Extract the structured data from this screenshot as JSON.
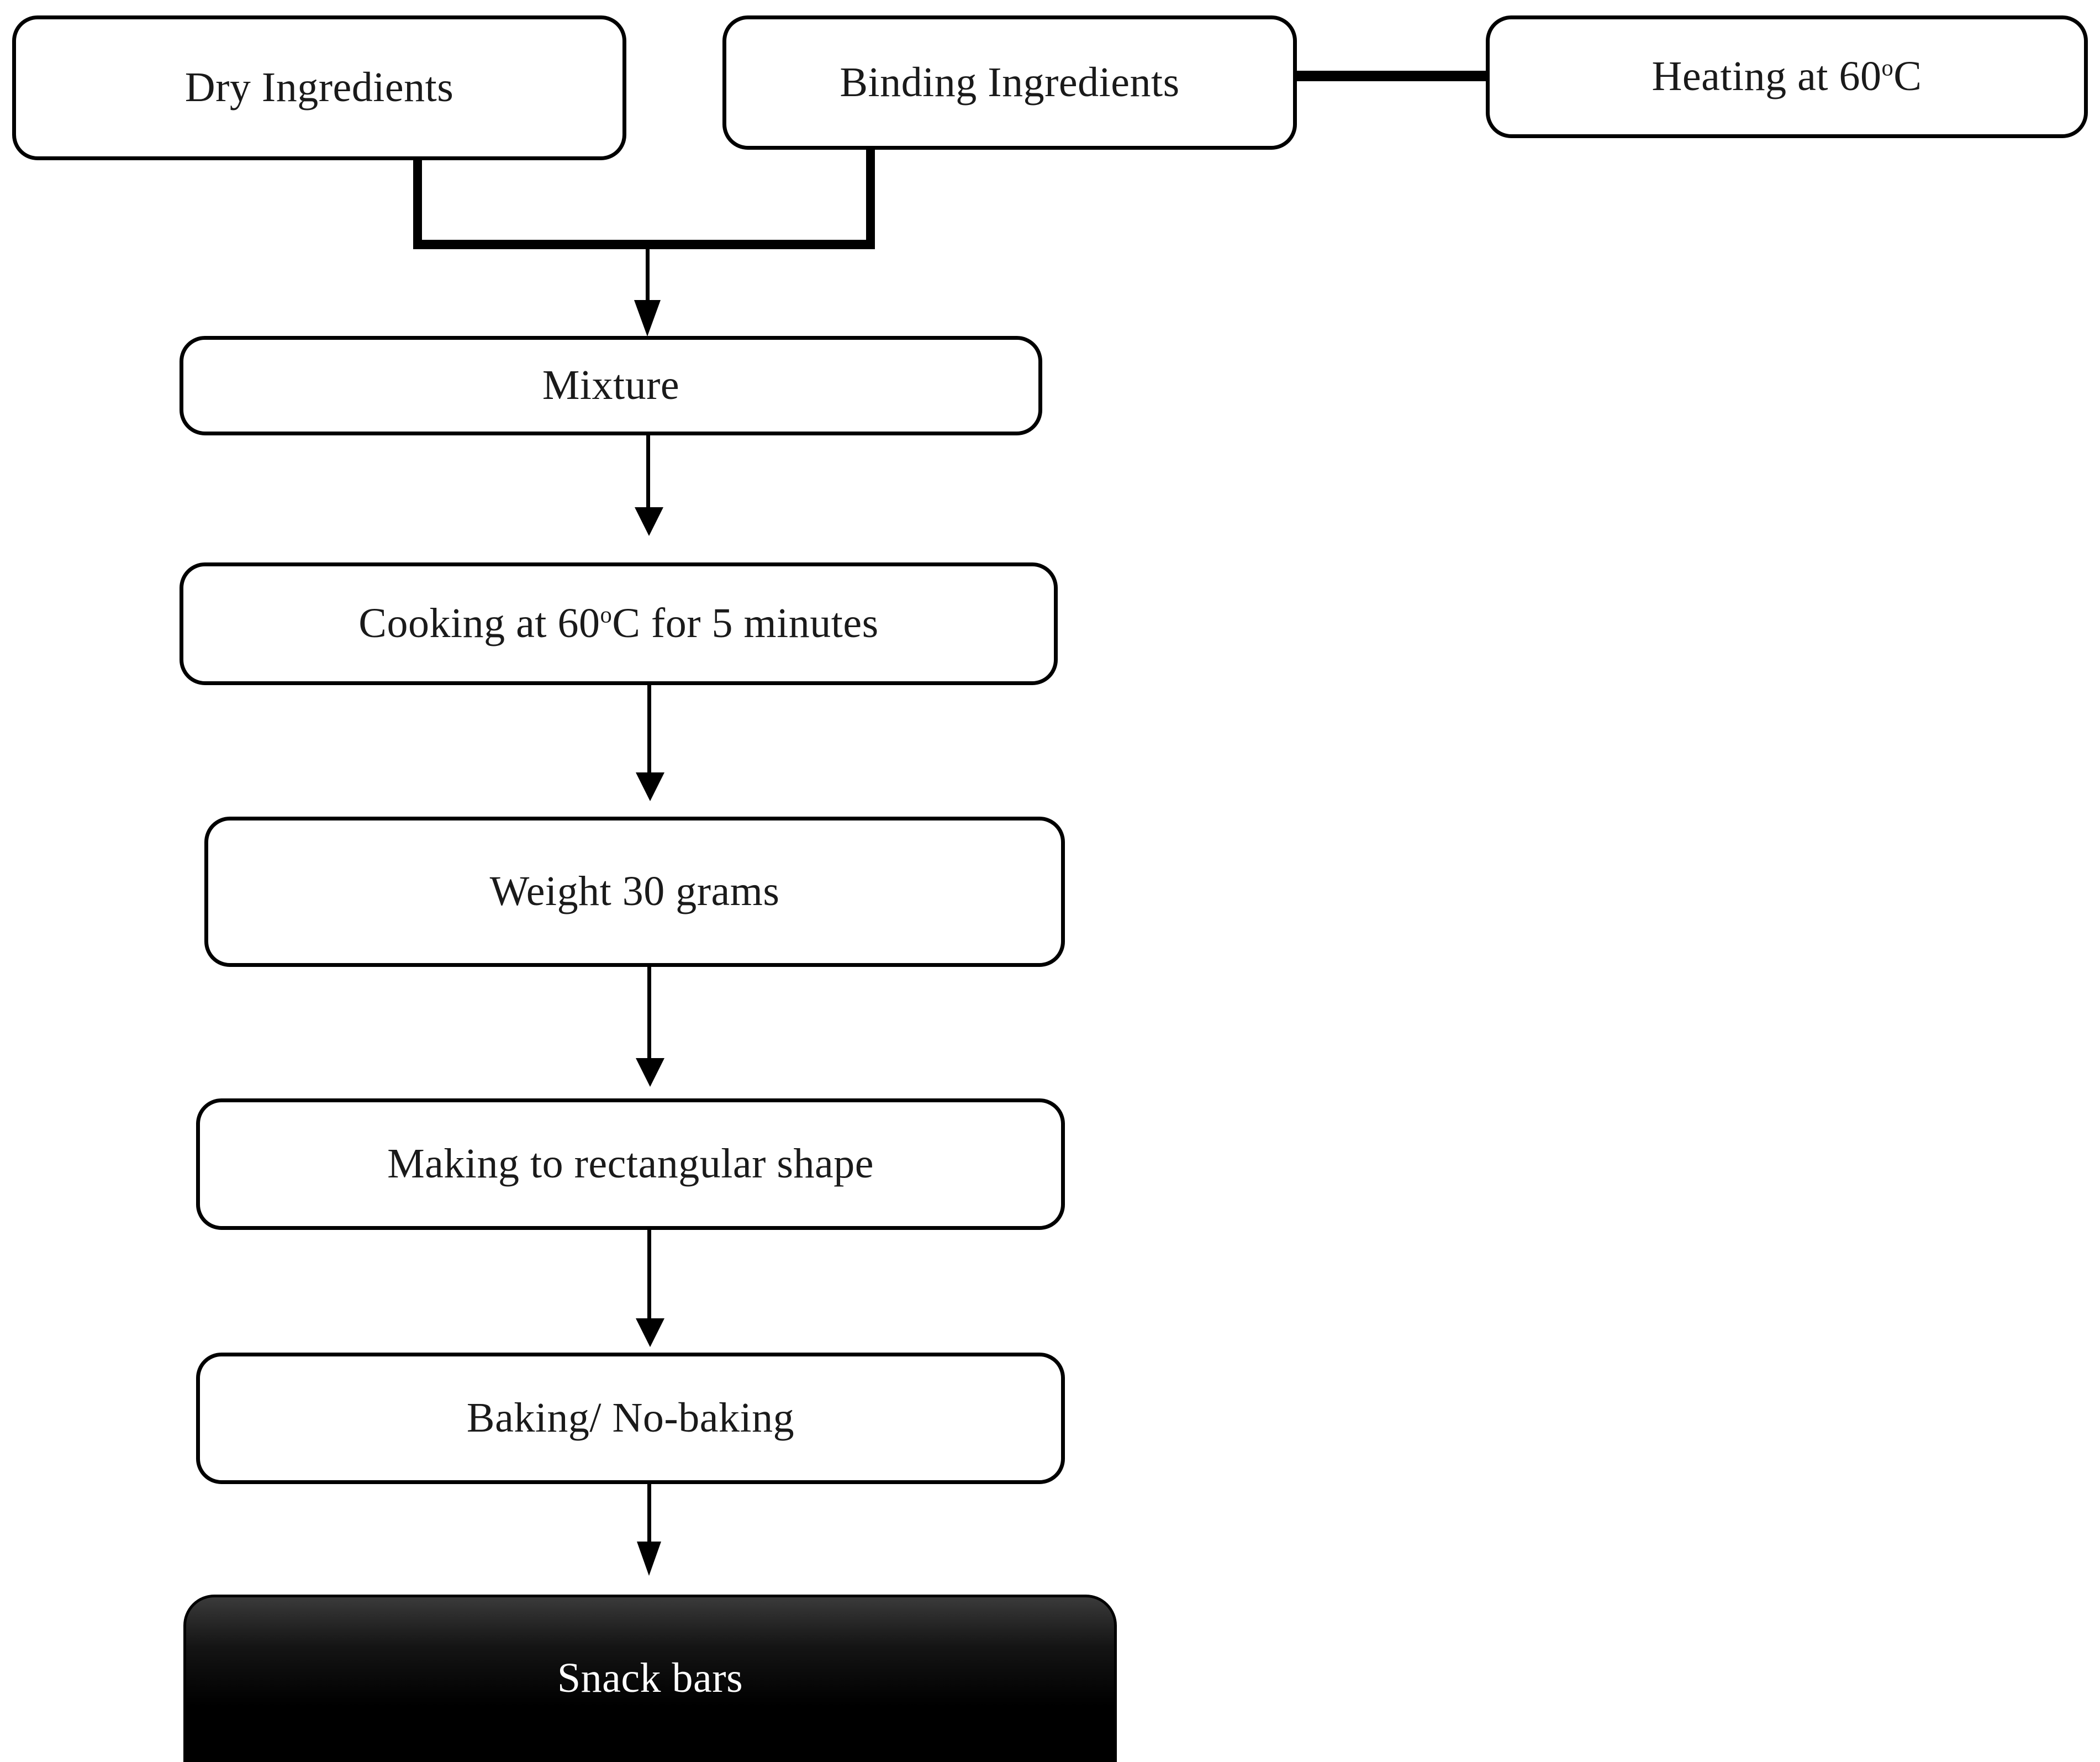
{
  "diagram": {
    "title": "Snack bar production process flowchart",
    "type": "flowchart",
    "colors": {
      "stroke": "#000000",
      "node_fill": "#ffffff",
      "terminal_fill": "#000000",
      "terminal_text": "#ffffff",
      "text": "#1a1a1a"
    },
    "nodes": [
      {
        "id": "dry-ingredients",
        "label": "Dry Ingredients",
        "shape": "rounded-rect",
        "style": "outline"
      },
      {
        "id": "binding-ingredients",
        "label": "Binding Ingredients",
        "shape": "rounded-rect",
        "style": "outline"
      },
      {
        "id": "heating",
        "label_pre": "Heating at 60",
        "label_sup": "o",
        "label_post": "C",
        "label": "Heating at 60oC",
        "shape": "rounded-rect",
        "style": "outline"
      },
      {
        "id": "mixture",
        "label": "Mixture",
        "shape": "rounded-rect",
        "style": "outline"
      },
      {
        "id": "cooking",
        "label_pre": "Cooking at 60",
        "label_sup": "o",
        "label_post": "C for 5 minutes",
        "label": "Cooking at 60oC for 5 minutes",
        "shape": "rounded-rect",
        "style": "outline"
      },
      {
        "id": "weight",
        "label": "Weight 30 grams",
        "shape": "rounded-rect",
        "style": "outline"
      },
      {
        "id": "shaping",
        "label": "Making to rectangular shape",
        "shape": "rounded-rect",
        "style": "outline"
      },
      {
        "id": "baking",
        "label": "Baking/ No-baking",
        "shape": "rounded-rect",
        "style": "outline"
      },
      {
        "id": "snack-bars",
        "label": "Snack bars",
        "shape": "rounded-rect",
        "style": "filled-terminal"
      }
    ],
    "edges": [
      {
        "from": "binding-ingredients",
        "to": "heating",
        "type": "plain-link",
        "direction": "horizontal"
      },
      {
        "from": "dry-ingredients",
        "to": "mixture",
        "type": "merge-arrow",
        "direction": "down"
      },
      {
        "from": "binding-ingredients",
        "to": "mixture",
        "type": "merge-arrow",
        "direction": "down"
      },
      {
        "from": "mixture",
        "to": "cooking",
        "type": "arrow",
        "direction": "down"
      },
      {
        "from": "cooking",
        "to": "weight",
        "type": "arrow",
        "direction": "down"
      },
      {
        "from": "weight",
        "to": "shaping",
        "type": "arrow",
        "direction": "down"
      },
      {
        "from": "shaping",
        "to": "baking",
        "type": "arrow",
        "direction": "down"
      },
      {
        "from": "baking",
        "to": "snack-bars",
        "type": "arrow",
        "direction": "down"
      }
    ]
  }
}
